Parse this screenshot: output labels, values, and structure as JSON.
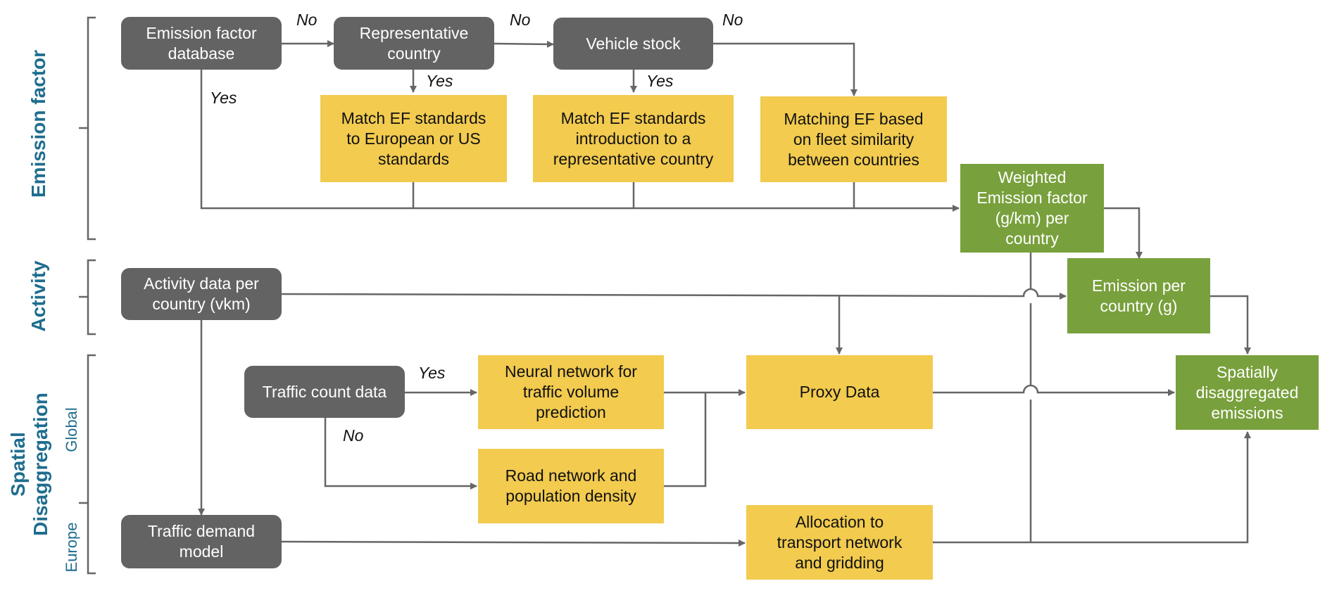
{
  "sections": {
    "emission_factor": "Emission factor",
    "activity": "Activity",
    "spatial": "Spatial\nDisaggregation",
    "global": "Global",
    "europe": "Europe"
  },
  "nodes": {
    "ef_database": "Emission factor\ndatabase",
    "representative_country": "Representative\ncountry",
    "vehicle_stock": "Vehicle stock",
    "match_eu_us": "Match EF standards\nto European or US\nstandards",
    "match_representative": "Match EF standards\nintroduction to a\nrepresentative country",
    "matching_fleet": "Matching EF based\non fleet similarity\nbetween countries",
    "weighted_ef": "Weighted\nEmission factor\n(g/km) per\ncountry",
    "activity_data": "Activity data per\ncountry (vkm)",
    "emission_per_country": "Emission per\ncountry (g)",
    "traffic_count": "Traffic count data",
    "neural_network": "Neural network for\ntraffic volume\nprediction",
    "road_network": "Road network and\npopulation density",
    "proxy_data": "Proxy Data",
    "spatially_disaggregated": "Spatially\ndisaggregated\nemissions",
    "traffic_demand": "Traffic demand\nmodel",
    "allocation": "Allocation to\ntransport network\nand gridding"
  },
  "edge_labels": {
    "no_1": "No",
    "no_2": "No",
    "no_3": "No",
    "yes_db": "Yes",
    "yes_rep": "Yes",
    "yes_vs": "Yes",
    "yes_tc": "Yes",
    "no_tc": "No"
  },
  "colors": {
    "gray_box": "#636363",
    "yellow_box": "#f2cb4f",
    "green_box": "#78a03c",
    "section_text": "#1f6d8e",
    "arrow": "#666666"
  }
}
